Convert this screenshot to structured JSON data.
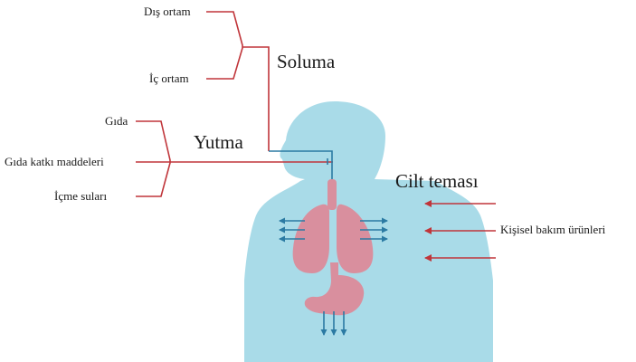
{
  "inhalation": {
    "title": "Soluma",
    "sources": [
      "Dış ortam",
      "İç ortam"
    ]
  },
  "ingestion": {
    "title": "Yutma",
    "sources": [
      "Gıda",
      "Gıda katkı maddeleri",
      "İçme suları"
    ]
  },
  "dermal": {
    "title": "Cilt teması",
    "source": "Kişisel bakım ürünleri"
  },
  "colors": {
    "body": "#a9dbe8",
    "organs": "#d98f9e",
    "bracket": "#c0353a",
    "pathway": "#2b7aa3",
    "text": "#1a1a1a"
  }
}
